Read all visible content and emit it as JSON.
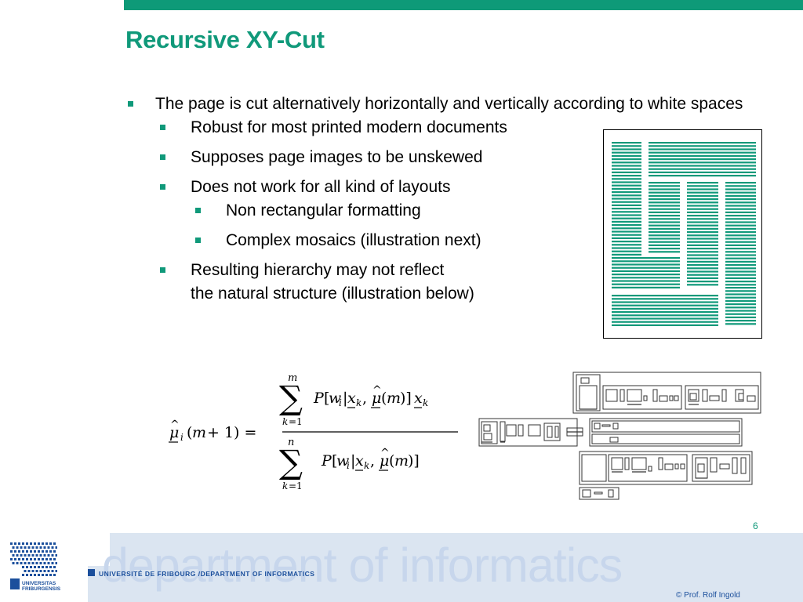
{
  "slide": {
    "title": "Recursive XY-Cut",
    "page_number": "6",
    "copyright": "© Prof. Rolf Ingold"
  },
  "bullets": {
    "main": "The page is cut alternatively horizontally and vertically according to white spaces",
    "sub1": "Robust for most printed modern documents",
    "sub2": "Supposes page images to be unskewed",
    "sub3": "Does not work for all kind of layouts",
    "sub3a": "Non rectangular formatting",
    "sub3b": "Complex mosaics (illustration next)",
    "sub4_line1": "Resulting hierarchy may not reflect",
    "sub4_line2": "the natural structure (illustration below)"
  },
  "footer": {
    "department": "department of informatics",
    "university_line": "UNIVERSITÉ DE FRIBOURG /DEPARTMENT OF INFORMATICS",
    "logo_line1": "UNIVERSITAS",
    "logo_line2": "FRIBURGENSIS"
  },
  "colors": {
    "accent": "#10997a",
    "brand_blue": "#1b4f9c",
    "footer_band": "#dbe5f1"
  }
}
